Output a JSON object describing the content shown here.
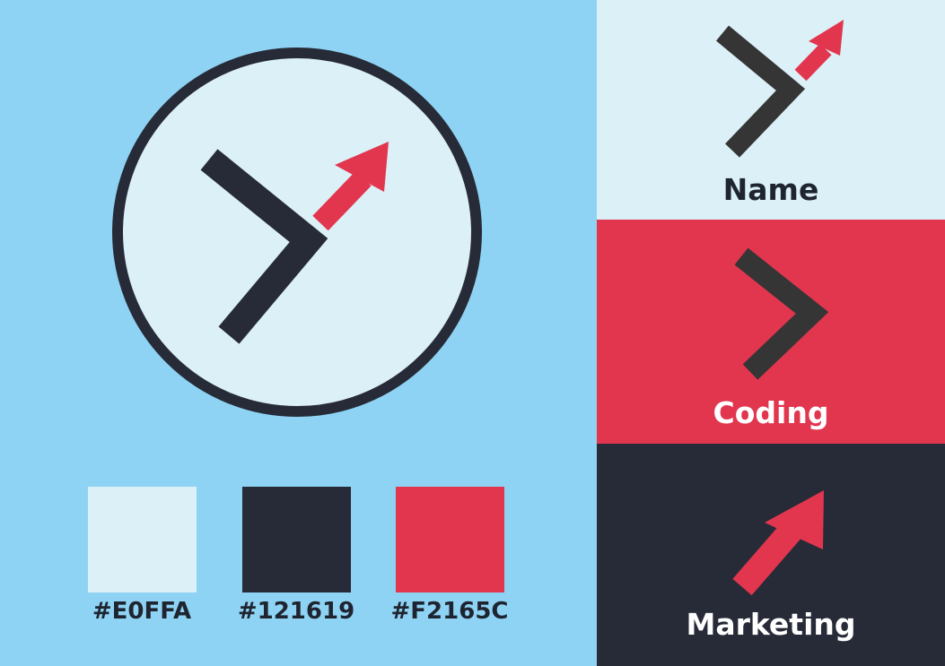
{
  "colors": {
    "sky_background": "#8fd3f4",
    "pale": "#dcf0f8",
    "navy": "#262b37",
    "red": "#e2364f",
    "charcoal": "#353535",
    "text_dark": "#1f2530",
    "text_light": "#ffffff"
  },
  "palette": [
    {
      "hex_label": "#E0FFA",
      "color": "#dcf0f8"
    },
    {
      "hex_label": "#121619",
      "color": "#262b37"
    },
    {
      "hex_label": "#F2165C",
      "color": "#e2364f"
    }
  ],
  "panels": {
    "name": {
      "label": "Name",
      "icon": "chevron-and-arrow-icon"
    },
    "coding": {
      "label": "Coding",
      "icon": "chevron-icon"
    },
    "marketing": {
      "label": "Marketing",
      "icon": "arrow-up-right-icon"
    }
  },
  "main_logo": {
    "icon": "circle-chevron-arrow-logo"
  }
}
